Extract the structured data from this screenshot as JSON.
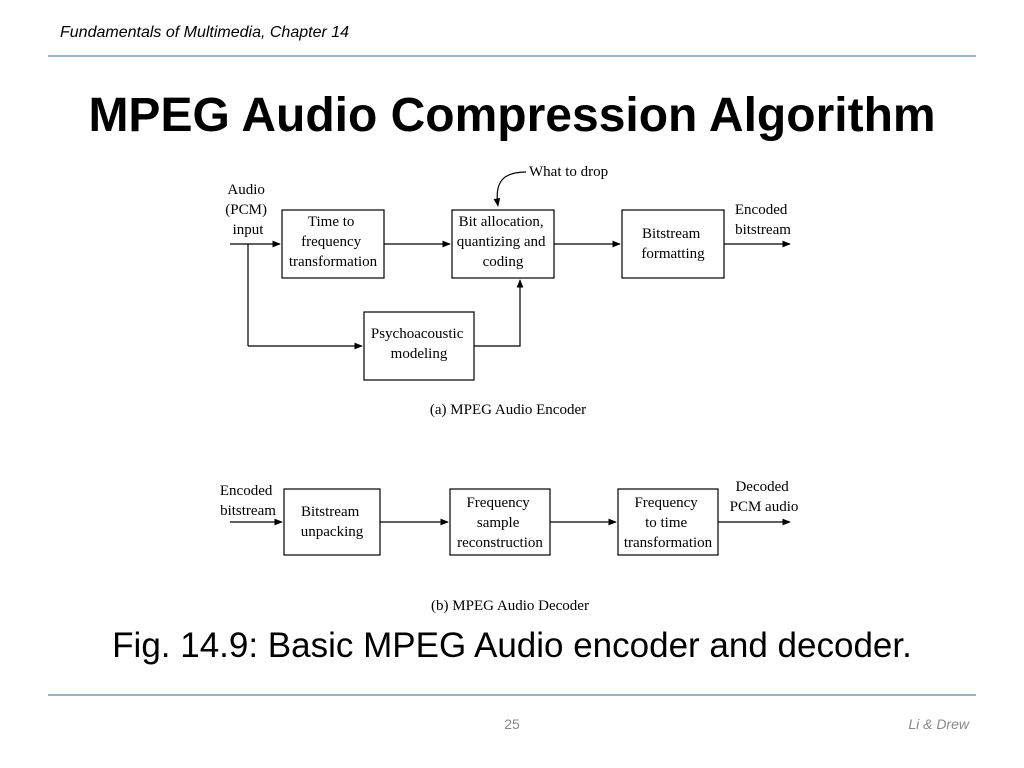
{
  "header": {
    "course": "Fundamentals of Multimedia, Chapter 14"
  },
  "slide": {
    "title": "MPEG Audio Compression Algorithm"
  },
  "encoder": {
    "input_label": [
      "Audio",
      "(PCM)",
      "input"
    ],
    "box_time_freq": [
      "Time to",
      "frequency",
      "transformation"
    ],
    "box_bit_alloc": [
      "Bit allocation,",
      "quantizing and",
      "coding"
    ],
    "box_bitstream_fmt": [
      "Bitstream",
      "formatting"
    ],
    "output_label": [
      "Encoded",
      "bitstream"
    ],
    "box_psycho": [
      "Psychoacoustic",
      "modeling"
    ],
    "what_to_drop": "What to drop",
    "subcaption": "(a)  MPEG Audio Encoder"
  },
  "decoder": {
    "input_label": [
      "Encoded",
      "bitstream"
    ],
    "box_unpack": [
      "Bitstream",
      "unpacking"
    ],
    "box_freq_recon": [
      "Frequency",
      "sample",
      "reconstruction"
    ],
    "box_freq_time": [
      "Frequency",
      "to time",
      "transformation"
    ],
    "output_label": [
      "Decoded",
      "PCM audio"
    ],
    "subcaption": "(b)  MPEG Audio Decoder"
  },
  "caption": "Fig. 14.9: Basic MPEG Audio encoder and decoder.",
  "footer": {
    "page": "25",
    "authors": "Li & Drew"
  }
}
